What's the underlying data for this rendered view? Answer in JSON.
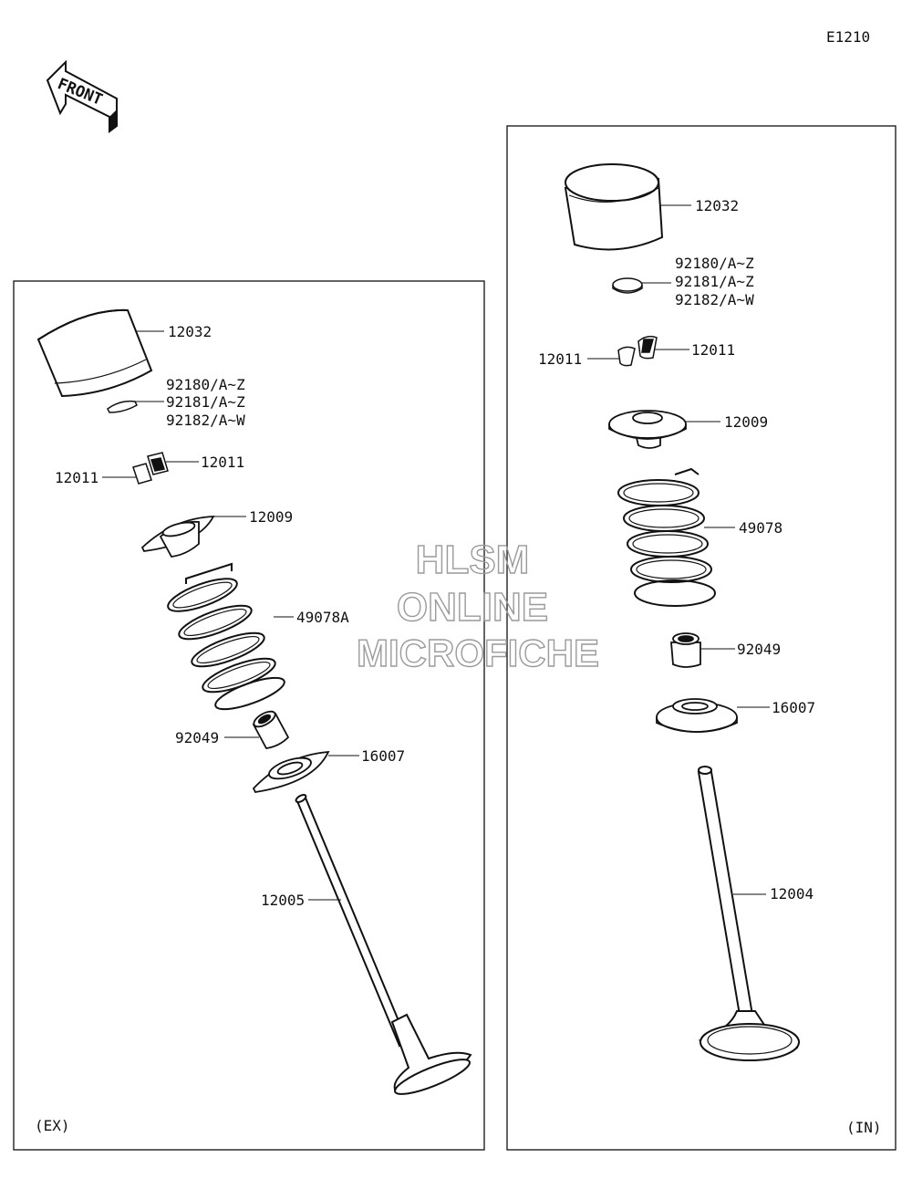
{
  "diagram_code": "E1210",
  "front_arrow_text": "FRONT",
  "watermark": {
    "line1": "HLSM",
    "line2": "ONLINE",
    "line3": "MICROFICHE"
  },
  "panels": {
    "exhaust": {
      "tag": "(EX)",
      "labels": {
        "tappet": "12032",
        "shim_a": "92180/A~Z",
        "shim_b": "92181/A~Z",
        "shim_c": "92182/A~W",
        "cotter_right": "12011",
        "cotter_left": "12011",
        "retainer": "12009",
        "spring": "49078A",
        "seal": "92049",
        "seat": "16007",
        "valve": "12005"
      }
    },
    "intake": {
      "tag": "(IN)",
      "labels": {
        "tappet": "12032",
        "shim_a": "92180/A~Z",
        "shim_b": "92181/A~Z",
        "shim_c": "92182/A~W",
        "cotter_right": "12011",
        "cotter_left": "12011",
        "retainer": "12009",
        "spring": "49078",
        "seal": "92049",
        "seat": "16007",
        "valve": "12004"
      }
    }
  }
}
